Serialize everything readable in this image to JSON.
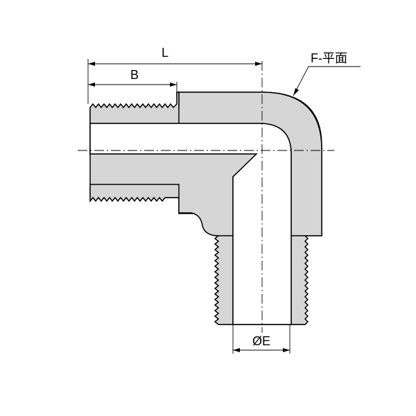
{
  "labels": {
    "length": "L",
    "thread_length": "B",
    "flat": "F-平面",
    "diameter": "ØE"
  },
  "colors": {
    "body_fill": "#d6d6d6",
    "outline": "#000000",
    "background": "#ffffff"
  }
}
